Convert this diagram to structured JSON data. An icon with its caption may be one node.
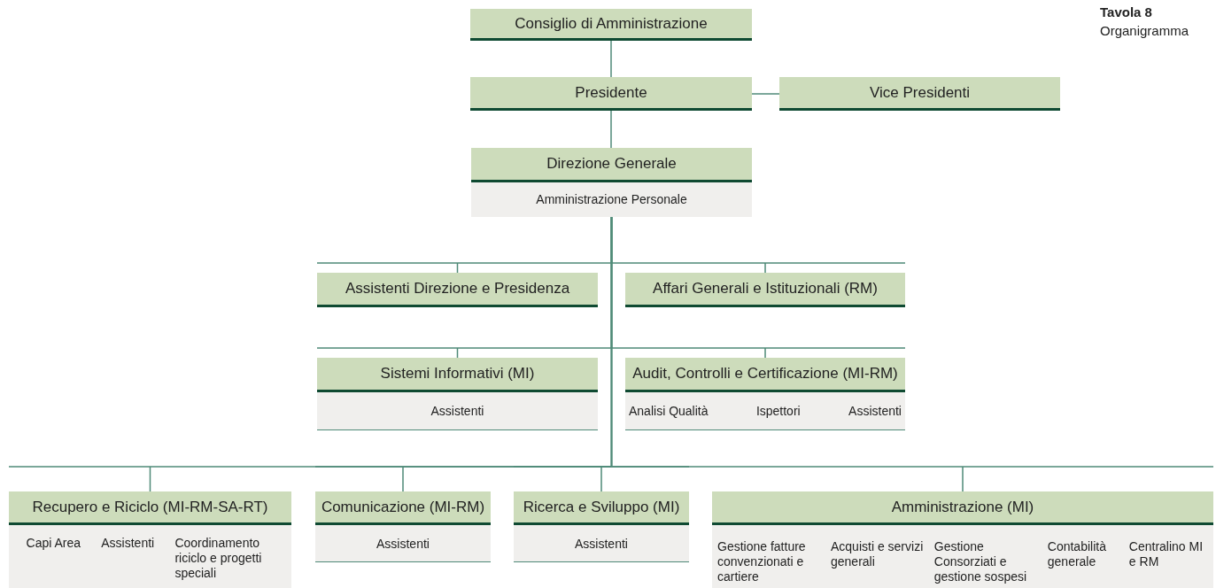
{
  "diagram": {
    "title": "Tavola 8",
    "nodes": [
      {
        "text": [
          "Consiglio di Amministrazione"
        ]
      },
      {
        "text": [
          "Presidente"
        ]
      },
      {
        "text": [
          "Vice Presidenti"
        ]
      },
      {
        "text": [
          "Direzione Generale"
        ]
      },
      {
        "text": [
          "Amministrazione Personale"
        ],
        "in": 3
      },
      {
        "text": [
          "Assistenti Direzione e Presidenza"
        ]
      },
      {
        "text": [
          "Affari Generali e Istituzionali (RM)"
        ]
      },
      {
        "text": [
          "Sistemi Informativi (MI)"
        ]
      },
      {
        "text": [
          "Assistenti"
        ],
        "in": 7
      },
      {
        "text": [
          "Audit, Controlli e Certificazione (MI-RM)"
        ]
      },
      {
        "text": [
          "Analisi Qualità"
        ],
        "in": 9
      },
      {
        "text": [
          "Ispettori"
        ],
        "in": 9
      },
      {
        "text": [
          "Assistenti"
        ],
        "in": 9
      },
      {
        "text": [
          "Recupero e Riciclo (MI-RM-SA-RT)"
        ]
      },
      {
        "text": [
          "Capi Area"
        ],
        "in": 13
      },
      {
        "text": [
          "Assistenti"
        ],
        "in": 13
      },
      {
        "text": [
          "Coordinamento riciclo e progetti speciali"
        ],
        "in": 13
      },
      {
        "text": [
          "Comunicazione (MI-RM)"
        ]
      },
      {
        "text": [
          "Assistenti"
        ],
        "in": 17
      },
      {
        "text": [
          "Ricerca e Sviluppo (MI)"
        ]
      },
      {
        "text": [
          "Assistenti"
        ],
        "in": 19
      },
      {
        "text": [
          "Amministrazione (MI)"
        ]
      },
      {
        "text": [
          "Gestione fatture convenzionati e cartiere"
        ],
        "in": 21
      },
      {
        "text": [
          "Acquisti e servizi generali"
        ],
        "in": 21
      },
      {
        "text": [
          "Gestione Consorziati e gestione sospesi"
        ],
        "in": 21
      },
      {
        "text": [
          "Contabilità generale"
        ],
        "in": 21
      },
      {
        "text": [
          "Centralino MI e RM"
        ],
        "in": 21
      }
    ],
    "edges": [
      {
        "from": 0,
        "to": 1,
        "arrow": "none"
      },
      {
        "from": 1,
        "to": 2,
        "arrow": "none"
      },
      {
        "from": 1,
        "to": 3,
        "arrow": "none"
      },
      {
        "from": 3,
        "to": 5,
        "arrow": "none"
      },
      {
        "from": 3,
        "to": 6,
        "arrow": "none"
      },
      {
        "from": 3,
        "to": 7,
        "arrow": "none"
      },
      {
        "from": 3,
        "to": 9,
        "arrow": "none"
      },
      {
        "from": 3,
        "to": 13,
        "arrow": "none"
      },
      {
        "from": 3,
        "to": 17,
        "arrow": "none"
      },
      {
        "from": 3,
        "to": 19,
        "arrow": "none"
      },
      {
        "from": 3,
        "to": 21,
        "arrow": "none"
      }
    ],
    "labels": [
      "Organigramma"
    ]
  }
}
